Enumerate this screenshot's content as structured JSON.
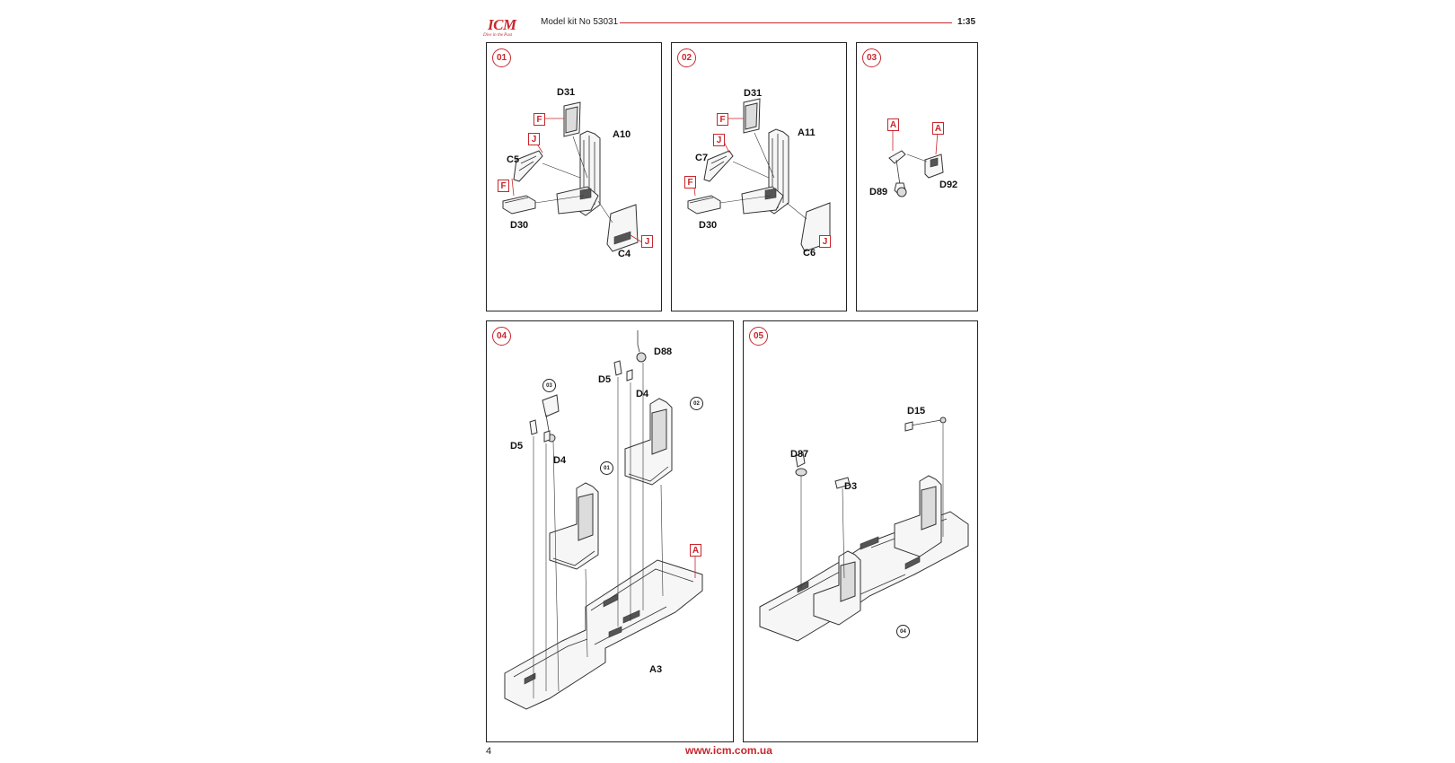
{
  "header": {
    "logo": "ICM",
    "logo_tagline": "Dive in the Past",
    "kit_number": "Model kit No 53031",
    "scale": "1:35"
  },
  "footer": {
    "page_number": "4",
    "url": "www.icm.com.ua"
  },
  "steps": {
    "s01": {
      "number": "01",
      "labels": {
        "d31": "D31",
        "a10": "A10",
        "c5": "C5",
        "d30": "D30",
        "c4": "C4"
      },
      "tags": {
        "f1": "F",
        "j1": "J",
        "f2": "F",
        "j2": "J"
      }
    },
    "s02": {
      "number": "02",
      "labels": {
        "d31": "D31",
        "a11": "A11",
        "c7": "C7",
        "d30": "D30",
        "c6": "C6"
      },
      "tags": {
        "f1": "F",
        "j1": "J",
        "f2": "F",
        "j2": "J"
      }
    },
    "s03": {
      "number": "03",
      "labels": {
        "d89": "D89",
        "d92": "D92"
      },
      "tags": {
        "a1": "A",
        "a2": "A"
      }
    },
    "s04": {
      "number": "04",
      "labels": {
        "d88": "D88",
        "d5a": "D5",
        "d4a": "D4",
        "d5b": "D5",
        "d4b": "D4",
        "a3": "A3"
      },
      "tags": {
        "a": "A"
      },
      "refs": {
        "r03": "03",
        "r02": "02",
        "r01": "01"
      }
    },
    "s05": {
      "number": "05",
      "labels": {
        "d15": "D15",
        "d87": "D87",
        "d3": "D3"
      },
      "refs": {
        "r04": "04"
      }
    }
  }
}
